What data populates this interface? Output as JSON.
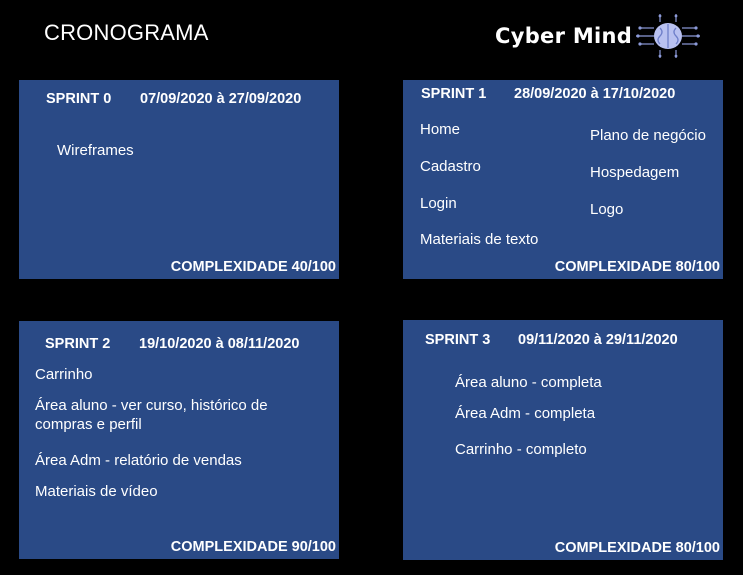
{
  "page_title": "CRONOGRAMA",
  "logo": {
    "text": "Cyber Mind",
    "icon": "brain-circuit-icon",
    "accent_color": "#9aa7e8"
  },
  "card_color": "#2a4a86",
  "sprints": [
    {
      "name": "SPRINT 0",
      "dates": "07/09/2020 à 27/09/2020",
      "items": [
        "Wireframes"
      ],
      "complexity": "COMPLEXIDADE 40/100"
    },
    {
      "name": "SPRINT 1",
      "dates": "28/09/2020 à 17/10/2020",
      "items": [
        "Home",
        "Cadastro",
        "Login",
        "Materiais de texto",
        "Plano de negócio",
        "Hospedagem",
        "Logo"
      ],
      "complexity": "COMPLEXIDADE 80/100"
    },
    {
      "name": "SPRINT 2",
      "dates": "19/10/2020 à 08/11/2020",
      "items": [
        "Carrinho",
        "Área aluno  - ver curso, histórico de compras e perfil",
        "Área Adm  - relatório  de vendas",
        "Materiais de vídeo"
      ],
      "complexity": "COMPLEXIDADE 90/100"
    },
    {
      "name": "SPRINT 3",
      "dates": "09/11/2020 à 29/11/2020",
      "items": [
        "Área aluno  - completa",
        "Área Adm  - completa",
        "Carrinho  - completo"
      ],
      "complexity": "COMPLEXIDADE 80/100"
    }
  ]
}
